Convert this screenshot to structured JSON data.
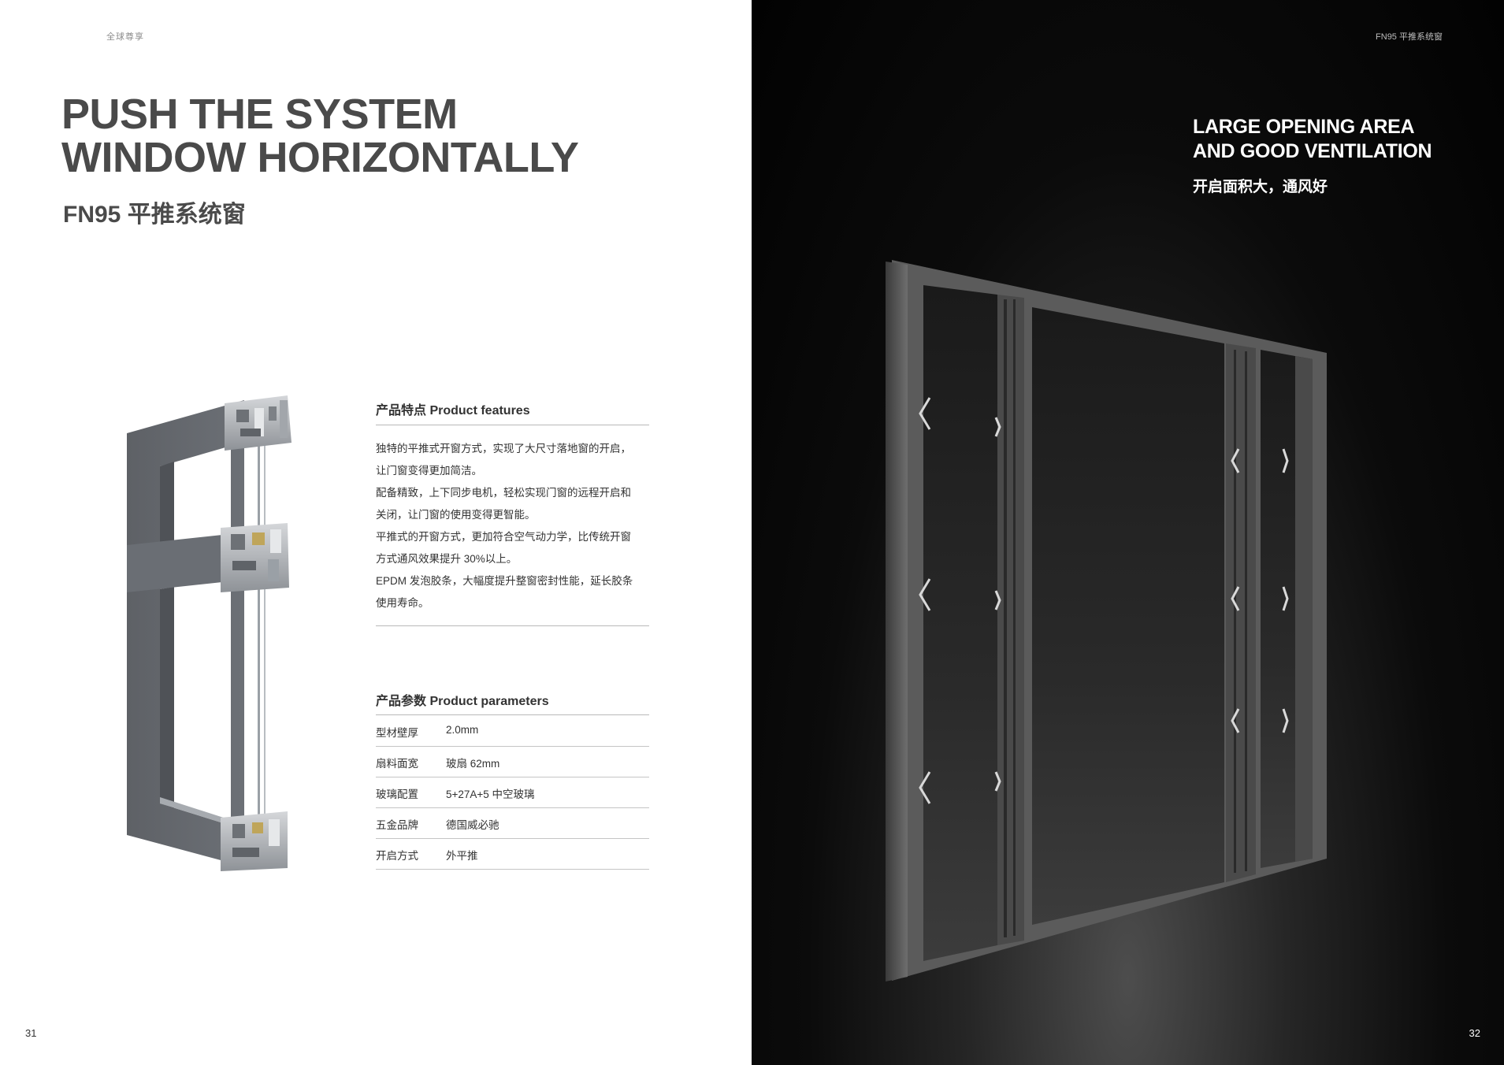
{
  "left_page": {
    "running_head": "全球尊享",
    "title_line1": "PUSH THE SYSTEM",
    "title_line2": "WINDOW HORIZONTALLY",
    "subtitle": "FN95 平推系统窗",
    "features": {
      "heading": "产品特点 Product features",
      "lines": [
        "独特的平推式开窗方式，实现了大尺寸落地窗的开启，",
        "让门窗变得更加简洁。",
        "配备精致，上下同步电机，轻松实现门窗的远程开启和",
        "关闭，让门窗的使用变得更智能。",
        "平推式的开窗方式，更加符合空气动力学，比传统开窗",
        "方式通风效果提升 30%以上。",
        "EPDM 发泡胶条，大幅度提升整窗密封性能，延长胶条",
        "使用寿命。"
      ]
    },
    "parameters": {
      "heading": "产品参数 Product parameters",
      "rows": [
        {
          "label": "型材壁厚",
          "value": "2.0mm"
        },
        {
          "label": "扇料面宽",
          "value": "玻扇 62mm"
        },
        {
          "label": "玻璃配置",
          "value": "5+27A+5 中空玻璃"
        },
        {
          "label": "五金品牌",
          "value": "德国威必驰"
        },
        {
          "label": "开启方式",
          "value": "外平推"
        }
      ]
    },
    "page_number": "31"
  },
  "right_page": {
    "running_head": "FN95 平推系统窗",
    "title_line1": "LARGE OPENING AREA",
    "title_line2": "AND GOOD VENTILATION",
    "subtitle": "开启面积大，通风好",
    "page_number": "32"
  }
}
